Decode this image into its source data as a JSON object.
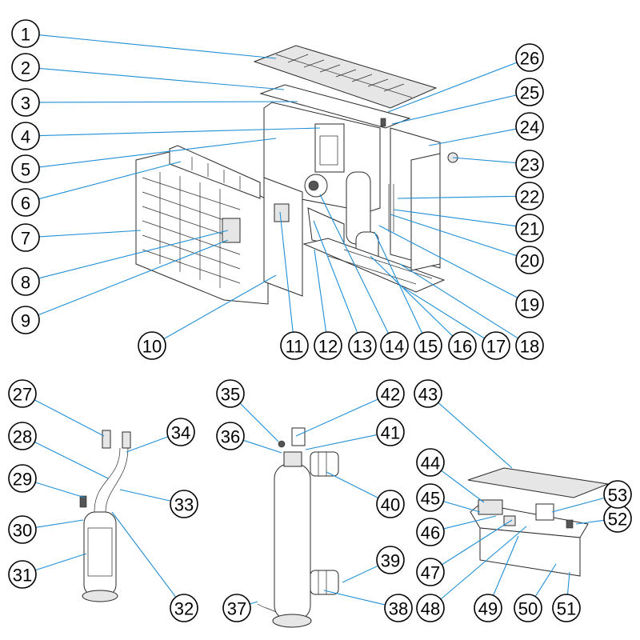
{
  "diagram": {
    "leader_color": "#1e8fd6",
    "callouts": [
      {
        "label": "1"
      },
      {
        "label": "2"
      },
      {
        "label": "3"
      },
      {
        "label": "4"
      },
      {
        "label": "5"
      },
      {
        "label": "6"
      },
      {
        "label": "7"
      },
      {
        "label": "8"
      },
      {
        "label": "9"
      },
      {
        "label": "10"
      },
      {
        "label": "11"
      },
      {
        "label": "12"
      },
      {
        "label": "13"
      },
      {
        "label": "14"
      },
      {
        "label": "15"
      },
      {
        "label": "16"
      },
      {
        "label": "17"
      },
      {
        "label": "18"
      },
      {
        "label": "19"
      },
      {
        "label": "20"
      },
      {
        "label": "21"
      },
      {
        "label": "22"
      },
      {
        "label": "23"
      },
      {
        "label": "24"
      },
      {
        "label": "25"
      },
      {
        "label": "26"
      },
      {
        "label": "27"
      },
      {
        "label": "28"
      },
      {
        "label": "29"
      },
      {
        "label": "30"
      },
      {
        "label": "31"
      },
      {
        "label": "32"
      },
      {
        "label": "33"
      },
      {
        "label": "34"
      },
      {
        "label": "35"
      },
      {
        "label": "36"
      },
      {
        "label": "37"
      },
      {
        "label": "38"
      },
      {
        "label": "39"
      },
      {
        "label": "40"
      },
      {
        "label": "41"
      },
      {
        "label": "42"
      },
      {
        "label": "43"
      },
      {
        "label": "44"
      },
      {
        "label": "45"
      },
      {
        "label": "46"
      },
      {
        "label": "47"
      },
      {
        "label": "48"
      },
      {
        "label": "49"
      },
      {
        "label": "50"
      },
      {
        "label": "51"
      },
      {
        "label": "52"
      },
      {
        "label": "53"
      }
    ]
  }
}
